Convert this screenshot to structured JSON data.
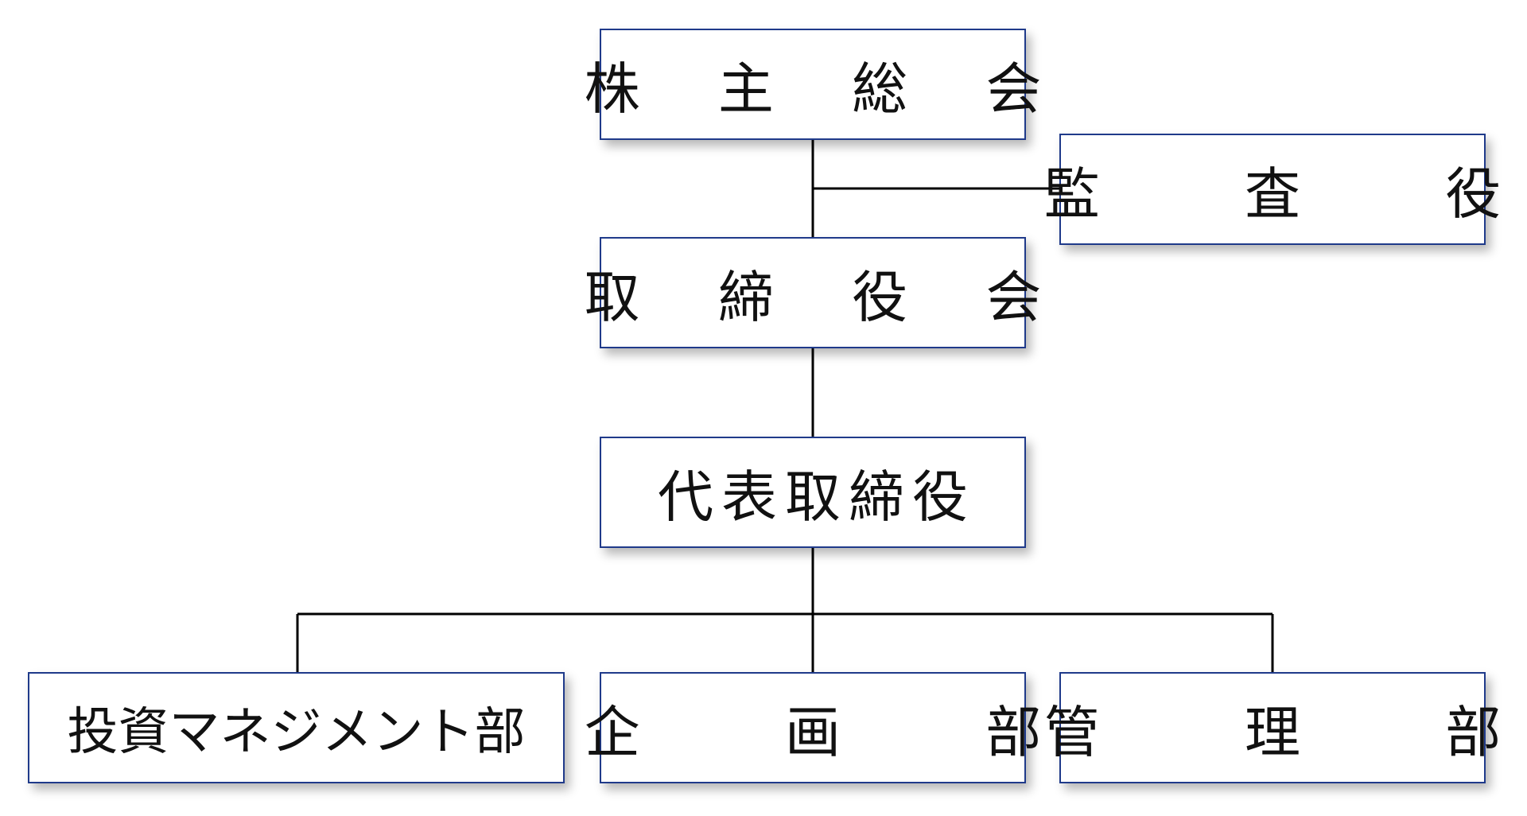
{
  "diagram": {
    "nodes": {
      "shareholders": "株 主 総 会",
      "auditor": "監 査 役",
      "board": "取 締 役 会",
      "president": "代表取締役",
      "investment": "投資マネジメント部",
      "planning": "企 画 部",
      "admin": "管 理 部"
    },
    "edges": [
      [
        "shareholders",
        "board"
      ],
      [
        "auditor",
        "board"
      ],
      [
        "board",
        "president"
      ],
      [
        "president",
        "investment"
      ],
      [
        "president",
        "planning"
      ],
      [
        "president",
        "admin"
      ]
    ],
    "colors": {
      "box_border": "#1f3a8a",
      "line": "#000000",
      "text": "#111111"
    }
  }
}
